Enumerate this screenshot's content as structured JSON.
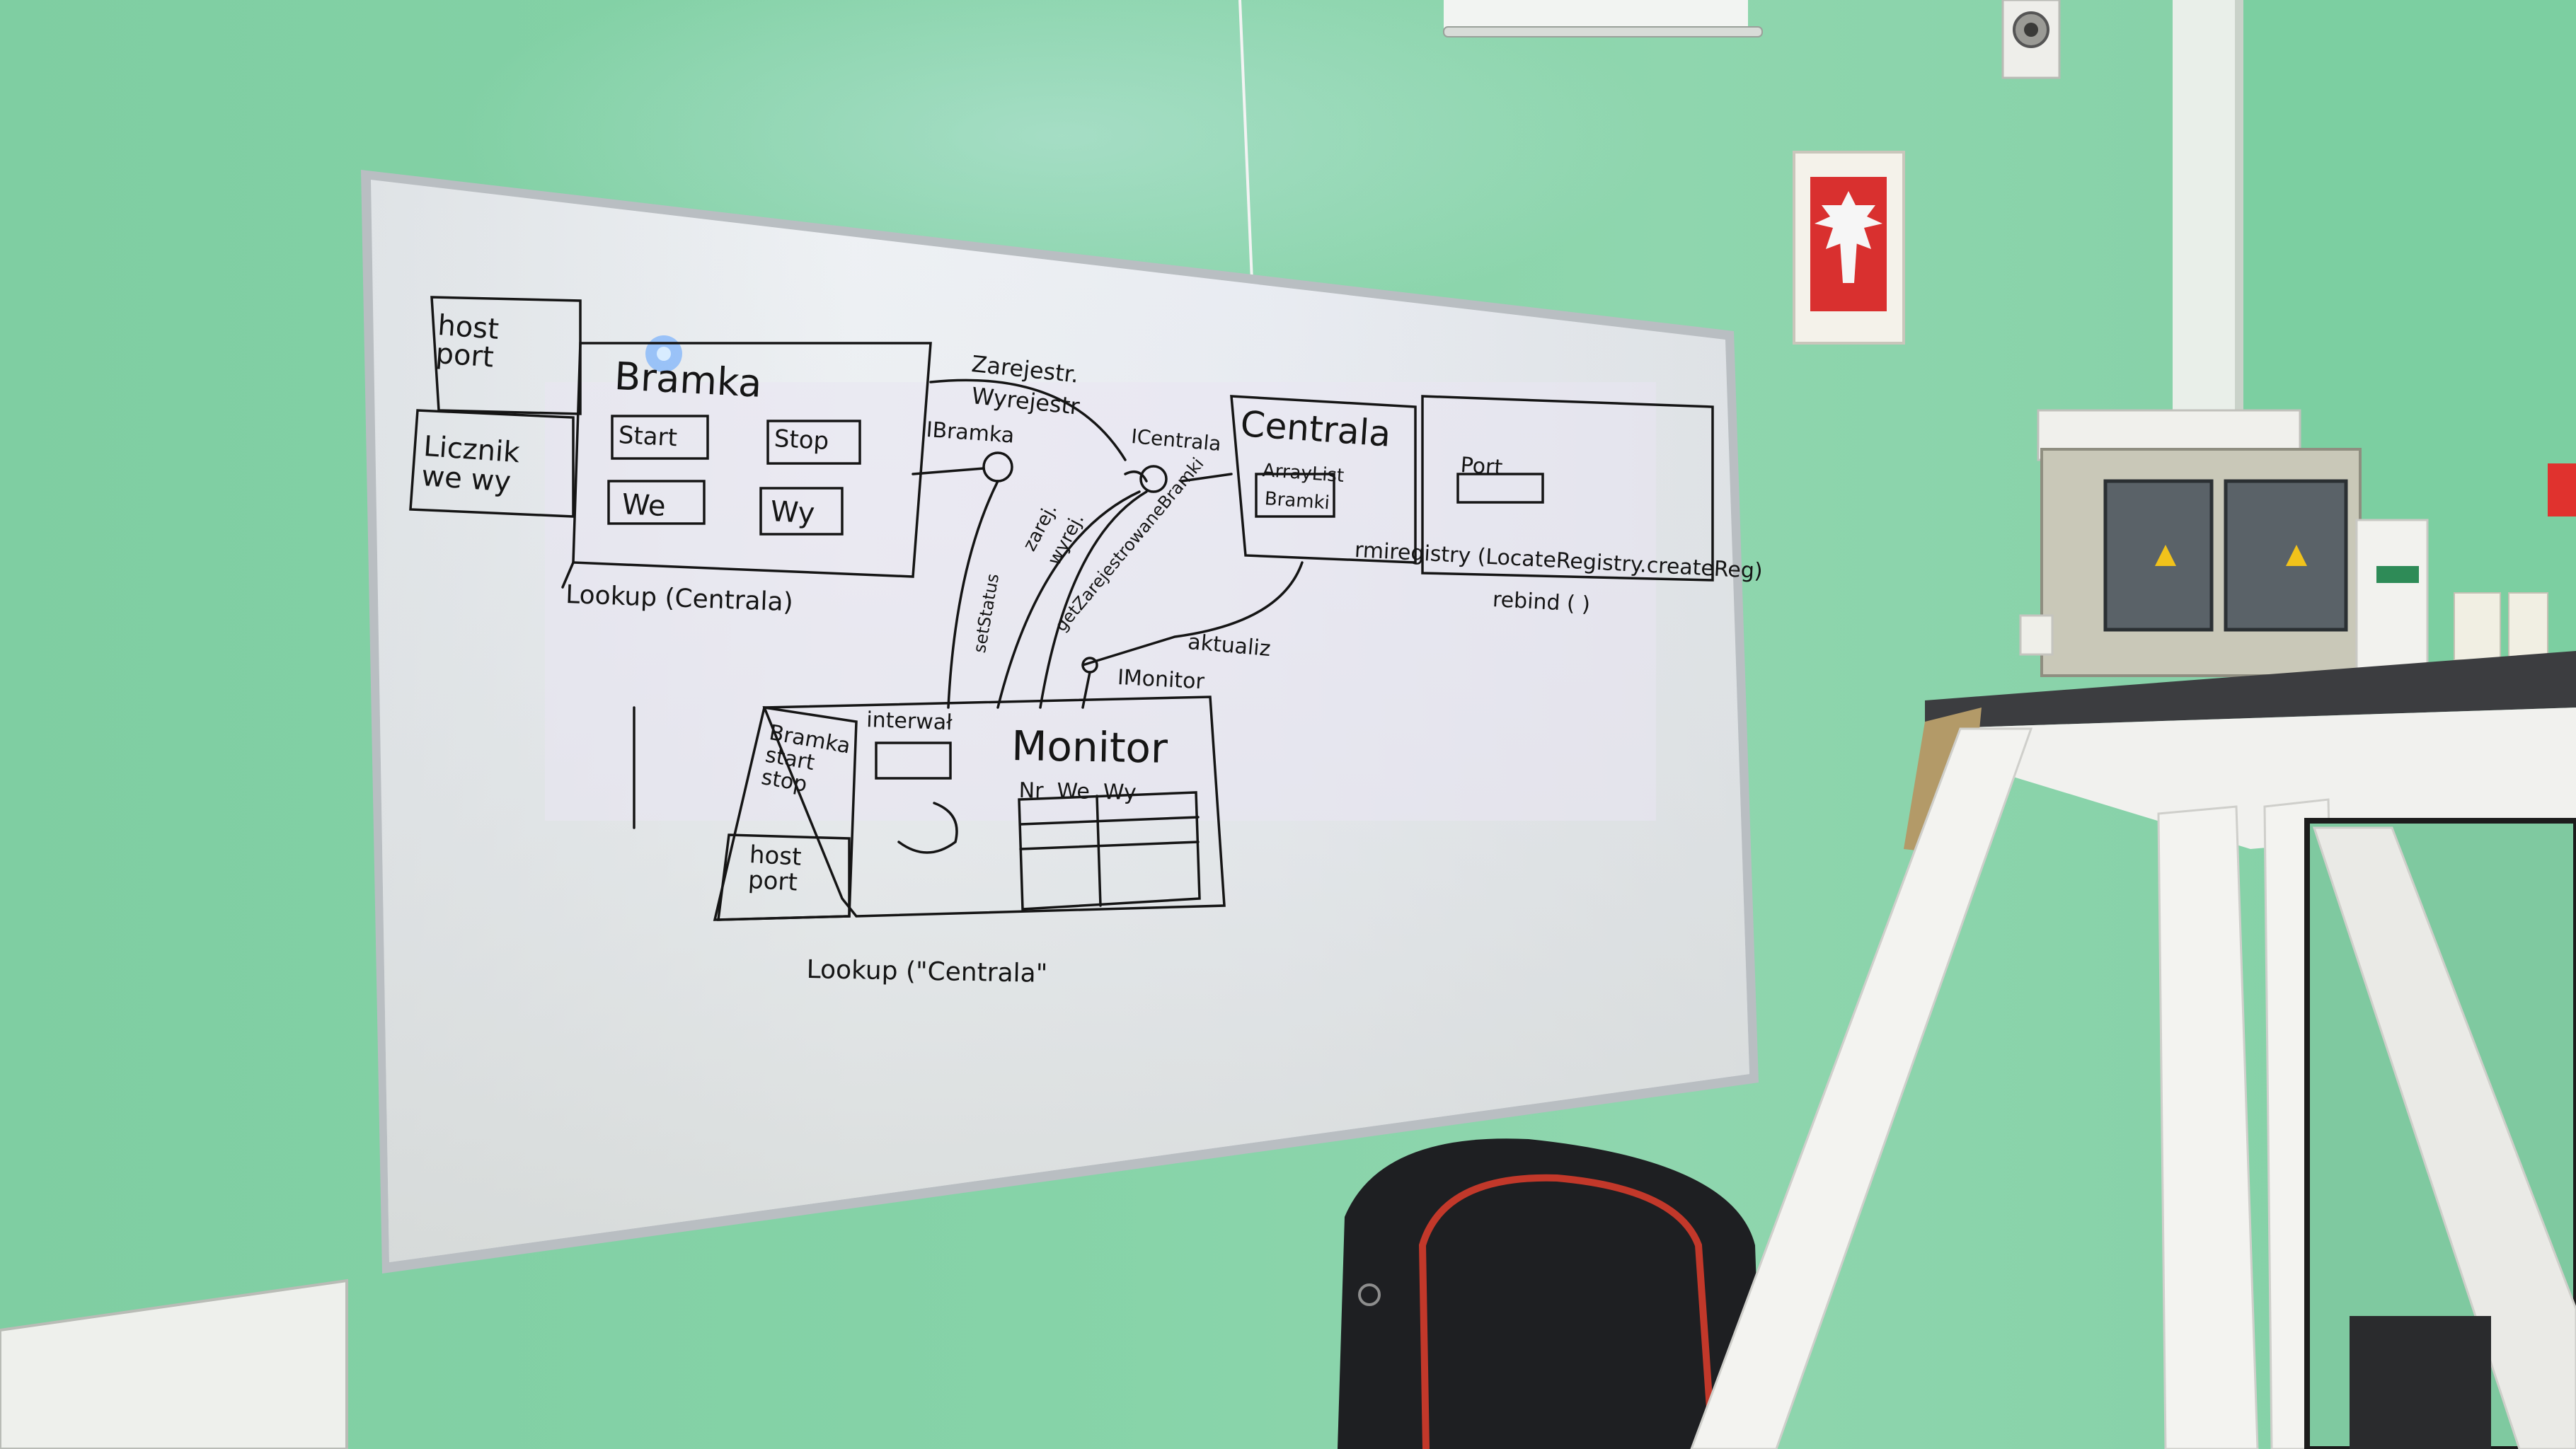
{
  "whiteboard": {
    "notes": {
      "host_port_top": "host\nport",
      "licznik": "Licznik\nwe wy",
      "bramka": "Bramka",
      "start": "Start",
      "stop": "Stop",
      "we": "We",
      "wy": "Wy",
      "lookup_centrala_1": "Lookup (Centrala)",
      "zarejestr": "Zarejestr.",
      "wyrejestr": "Wyrejestr",
      "ibramka": "IBramka",
      "icentrala": "ICentrala",
      "centrala": "Centrala",
      "arraylist": "ArrayList",
      "bramki": "Bramki",
      "port": "Port",
      "rmiregistry": "rmiregistry (LocateRegistry.createReg)",
      "rebind": "rebind (      )",
      "zarej": "zarej.",
      "wyrej": "wyrej.",
      "getzarej": "getZarejestrowaneBramki",
      "setstatus": "setStatus",
      "aktualiz": "aktualiz",
      "imonitor": "IMonitor",
      "bramka_start_stop": "Bramka\nstart\nstop",
      "host_port_bottom": "host\nport",
      "interwal": "interwał",
      "monitor": "Monitor",
      "nr_we_wy": "Nr  We  Wy",
      "lookup_centrala_2": "Lookup (\"Centrala\""
    }
  },
  "colors": {
    "wall": "#84d2a7",
    "board": "#eceff3",
    "frame": "#b7bcc0",
    "ink": "#151515",
    "emblem_red": "#d9302f"
  }
}
